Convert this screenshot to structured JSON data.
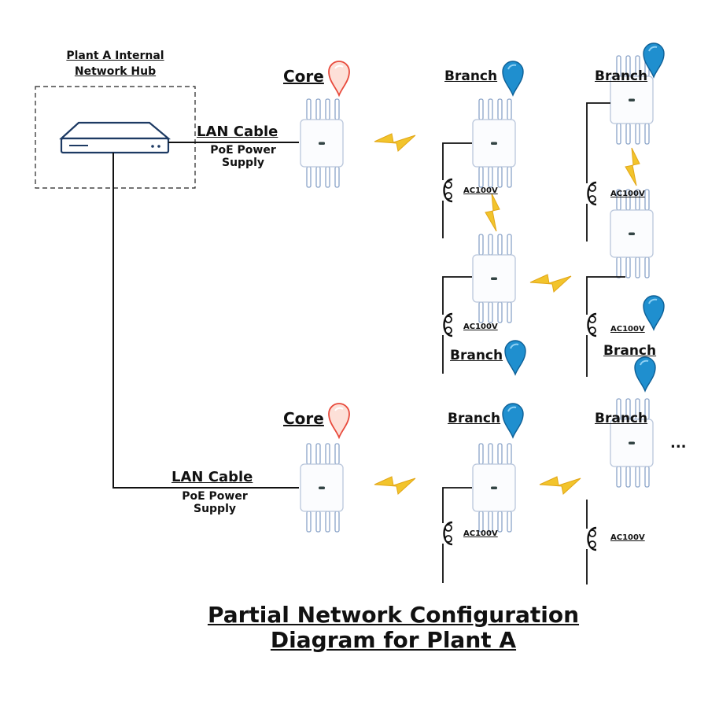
{
  "hub": {
    "label_line1": "Plant A Internal",
    "label_line2": "Network Hub"
  },
  "links": {
    "lan_label": "LAN Cable",
    "poe_line1": "PoE Power",
    "poe_line2": "Supply"
  },
  "nodes": {
    "core_label": "Core",
    "branch_label": "Branch",
    "power_label": "AC100V",
    "more_label": "..."
  },
  "title": {
    "line1": "Partial Network Configuration",
    "line2": "Diagram for Plant A"
  },
  "colors": {
    "core_pin": "#f08a80",
    "core_pin_fill": "#fde0d8",
    "branch_pin": "#1f8fcf",
    "bolt": "#f2c42c",
    "hub_device": "#1d3a63",
    "line": "#111111"
  }
}
